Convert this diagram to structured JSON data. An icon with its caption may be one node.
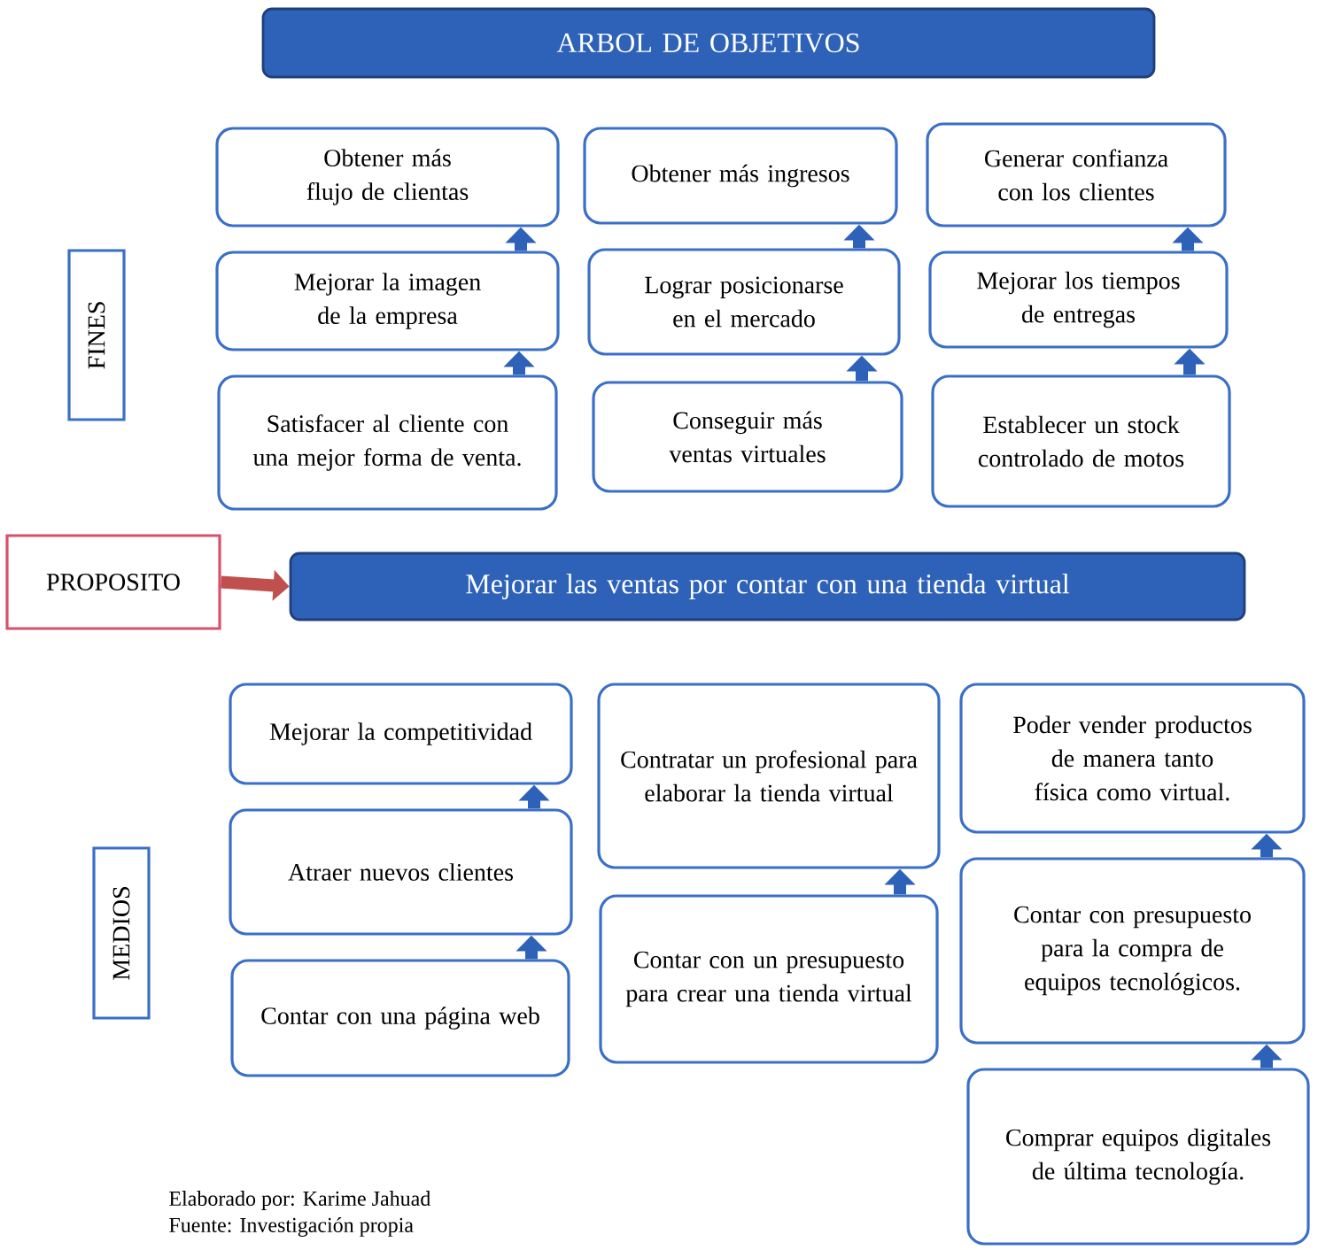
{
  "diagram": {
    "nodes": [
      {
        "text": [
          "ARBOL DE OBJETIVOS"
        ]
      },
      {
        "text": [
          "FINES"
        ]
      },
      {
        "text": [
          "Obtener más flujo de clientas"
        ]
      },
      {
        "text": [
          "Mejorar la imagen de la empresa"
        ]
      },
      {
        "text": [
          "Satisfacer al cliente con una mejor forma de venta."
        ]
      },
      {
        "text": [
          "Obtener más ingresos"
        ]
      },
      {
        "text": [
          "Lograr posicionarse en el mercado"
        ]
      },
      {
        "text": [
          "Conseguir más ventas virtuales"
        ]
      },
      {
        "text": [
          "Generar confianza con los clientes"
        ]
      },
      {
        "text": [
          "Mejorar los tiempos de entregas"
        ]
      },
      {
        "text": [
          "Establecer un stock controlado de motos"
        ]
      },
      {
        "text": [
          "PROPOSITO"
        ]
      },
      {
        "text": [
          "Mejorar las ventas por contar con una tienda virtual"
        ]
      },
      {
        "text": [
          "MEDIOS"
        ]
      },
      {
        "text": [
          "Mejorar la competitividad"
        ]
      },
      {
        "text": [
          "Atraer nuevos clientes"
        ]
      },
      {
        "text": [
          "Contar con una página web"
        ]
      },
      {
        "text": [
          "Contratar un profesional para elaborar la tienda virtual"
        ]
      },
      {
        "text": [
          "Contar con un presupuesto para crear una tienda virtual"
        ]
      },
      {
        "text": [
          "Poder vender productos de manera tanto física como virtual."
        ]
      },
      {
        "text": [
          "Contar con presupuesto para la compra de equipos tecnológicos."
        ]
      },
      {
        "text": [
          "Comprar equipos digitales de última tecnología."
        ]
      }
    ],
    "edges": [
      {
        "from": 3,
        "to": 2,
        "arrow": "to"
      },
      {
        "from": 4,
        "to": 3,
        "arrow": "to"
      },
      {
        "from": 6,
        "to": 5,
        "arrow": "to"
      },
      {
        "from": 7,
        "to": 6,
        "arrow": "to"
      },
      {
        "from": 9,
        "to": 8,
        "arrow": "to"
      },
      {
        "from": 10,
        "to": 9,
        "arrow": "to"
      },
      {
        "from": 11,
        "to": 12,
        "arrow": "to",
        "color": "#c0504d"
      },
      {
        "from": 15,
        "to": 14,
        "arrow": "to"
      },
      {
        "from": 16,
        "to": 15,
        "arrow": "to"
      },
      {
        "from": 18,
        "to": 17,
        "arrow": "to"
      },
      {
        "from": 20,
        "to": 19,
        "arrow": "to"
      },
      {
        "from": 21,
        "to": 20,
        "arrow": "to"
      }
    ],
    "labels": [
      "Elaborado por: Karime Jahuad",
      "Fuente: Investigación propia"
    ]
  }
}
